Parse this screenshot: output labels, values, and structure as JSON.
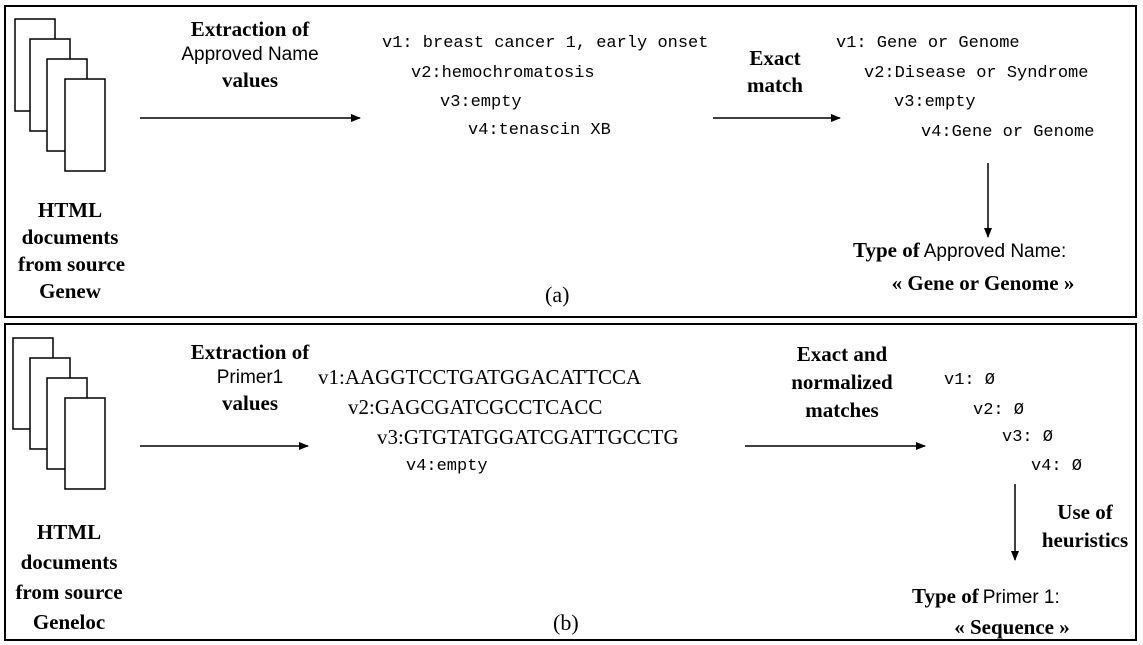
{
  "panel_a": {
    "caption": "(a)",
    "doc_label": [
      "HTML",
      "documents",
      "from source",
      "Genew"
    ],
    "extraction": {
      "line1": "Extraction of",
      "attr": "Approved Name",
      "line3": "values"
    },
    "values": [
      "v1: breast cancer 1, early onset",
      "v2:hemochromatosis",
      "v3:empty",
      "v4:tenascin XB"
    ],
    "match_label": [
      "Exact",
      "match"
    ],
    "types": [
      "v1: Gene or Genome",
      "v2:Disease or Syndrome",
      "v3:empty",
      "v4:Gene or Genome"
    ],
    "result": {
      "prefix": "Type of",
      "attr": "Approved Name:",
      "value": "« Gene or Genome »"
    }
  },
  "panel_b": {
    "caption": "(b)",
    "doc_label": [
      "HTML",
      "documents",
      "from source",
      "Geneloc"
    ],
    "extraction": {
      "line1": "Extraction of",
      "attr": "Primer1",
      "line3": "values"
    },
    "values": [
      "v1:AAGGTCCTGATGGACATTCCA",
      "v2:GAGCGATCGCCTCACC",
      "v3:GTGTATGGATCGATTGCCTG",
      "v4:empty"
    ],
    "match_label": [
      "Exact and",
      "normalized",
      "matches"
    ],
    "types": [
      "v1: Ø",
      "v2: Ø",
      "v3: Ø",
      "v4: Ø"
    ],
    "heuristics_label": [
      "Use of",
      "heuristics"
    ],
    "result": {
      "prefix": "Type of",
      "attr": "Primer 1:",
      "value": "« Sequence »"
    }
  }
}
